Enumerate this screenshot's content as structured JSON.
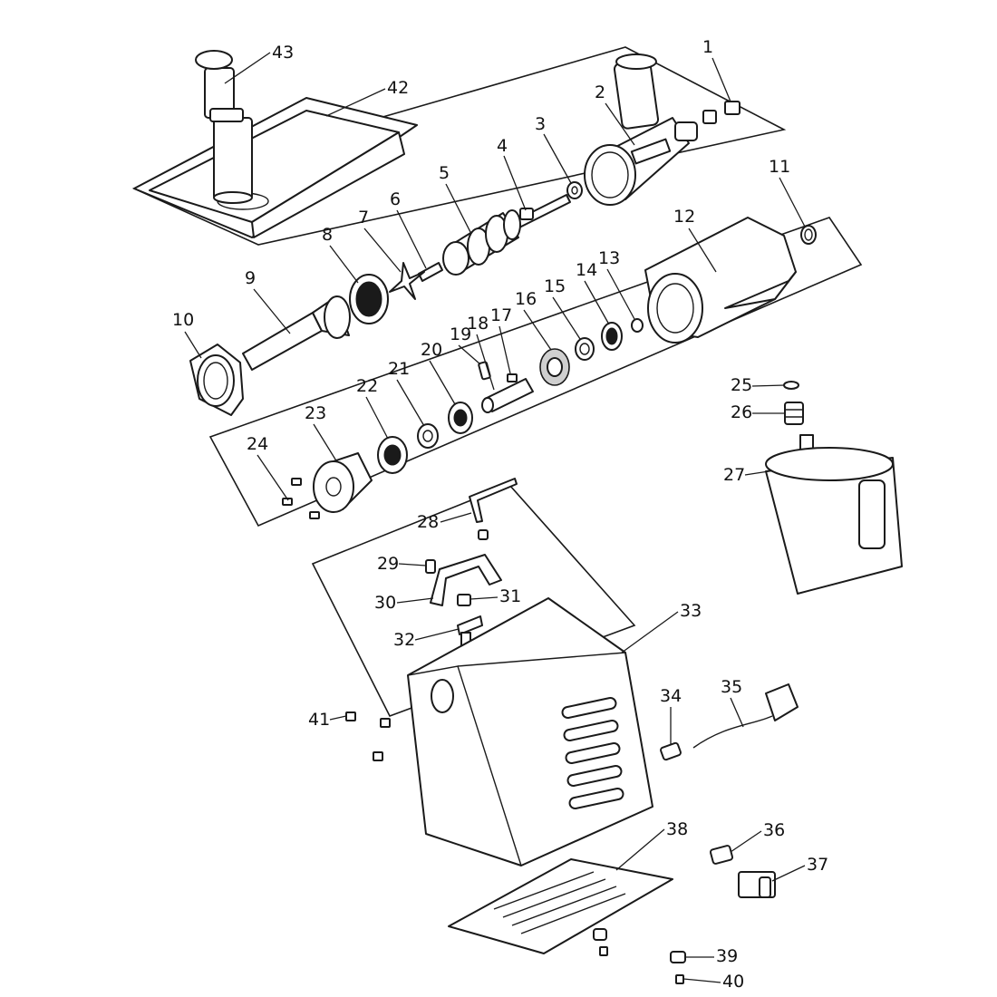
{
  "parts": [
    {
      "number": "1"
    },
    {
      "number": "2"
    },
    {
      "number": "3"
    },
    {
      "number": "4"
    },
    {
      "number": "5"
    },
    {
      "number": "6"
    },
    {
      "number": "7"
    },
    {
      "number": "8"
    },
    {
      "number": "9"
    },
    {
      "number": "10"
    },
    {
      "number": "11"
    },
    {
      "number": "12"
    },
    {
      "number": "13"
    },
    {
      "number": "14"
    },
    {
      "number": "15"
    },
    {
      "number": "16"
    },
    {
      "number": "17"
    },
    {
      "number": "18"
    },
    {
      "number": "19"
    },
    {
      "number": "20"
    },
    {
      "number": "21"
    },
    {
      "number": "22"
    },
    {
      "number": "23"
    },
    {
      "number": "24"
    },
    {
      "number": "25"
    },
    {
      "number": "26"
    },
    {
      "number": "27"
    },
    {
      "number": "28"
    },
    {
      "number": "29"
    },
    {
      "number": "30"
    },
    {
      "number": "31"
    },
    {
      "number": "32"
    },
    {
      "number": "33"
    },
    {
      "number": "34"
    },
    {
      "number": "35"
    },
    {
      "number": "36"
    },
    {
      "number": "37"
    },
    {
      "number": "38"
    },
    {
      "number": "39"
    },
    {
      "number": "40"
    },
    {
      "number": "41"
    },
    {
      "number": "42"
    },
    {
      "number": "43"
    }
  ],
  "colors": {
    "line": "#1a1a1a",
    "fill": "#ffffff",
    "shade": "#cfcfcf"
  }
}
